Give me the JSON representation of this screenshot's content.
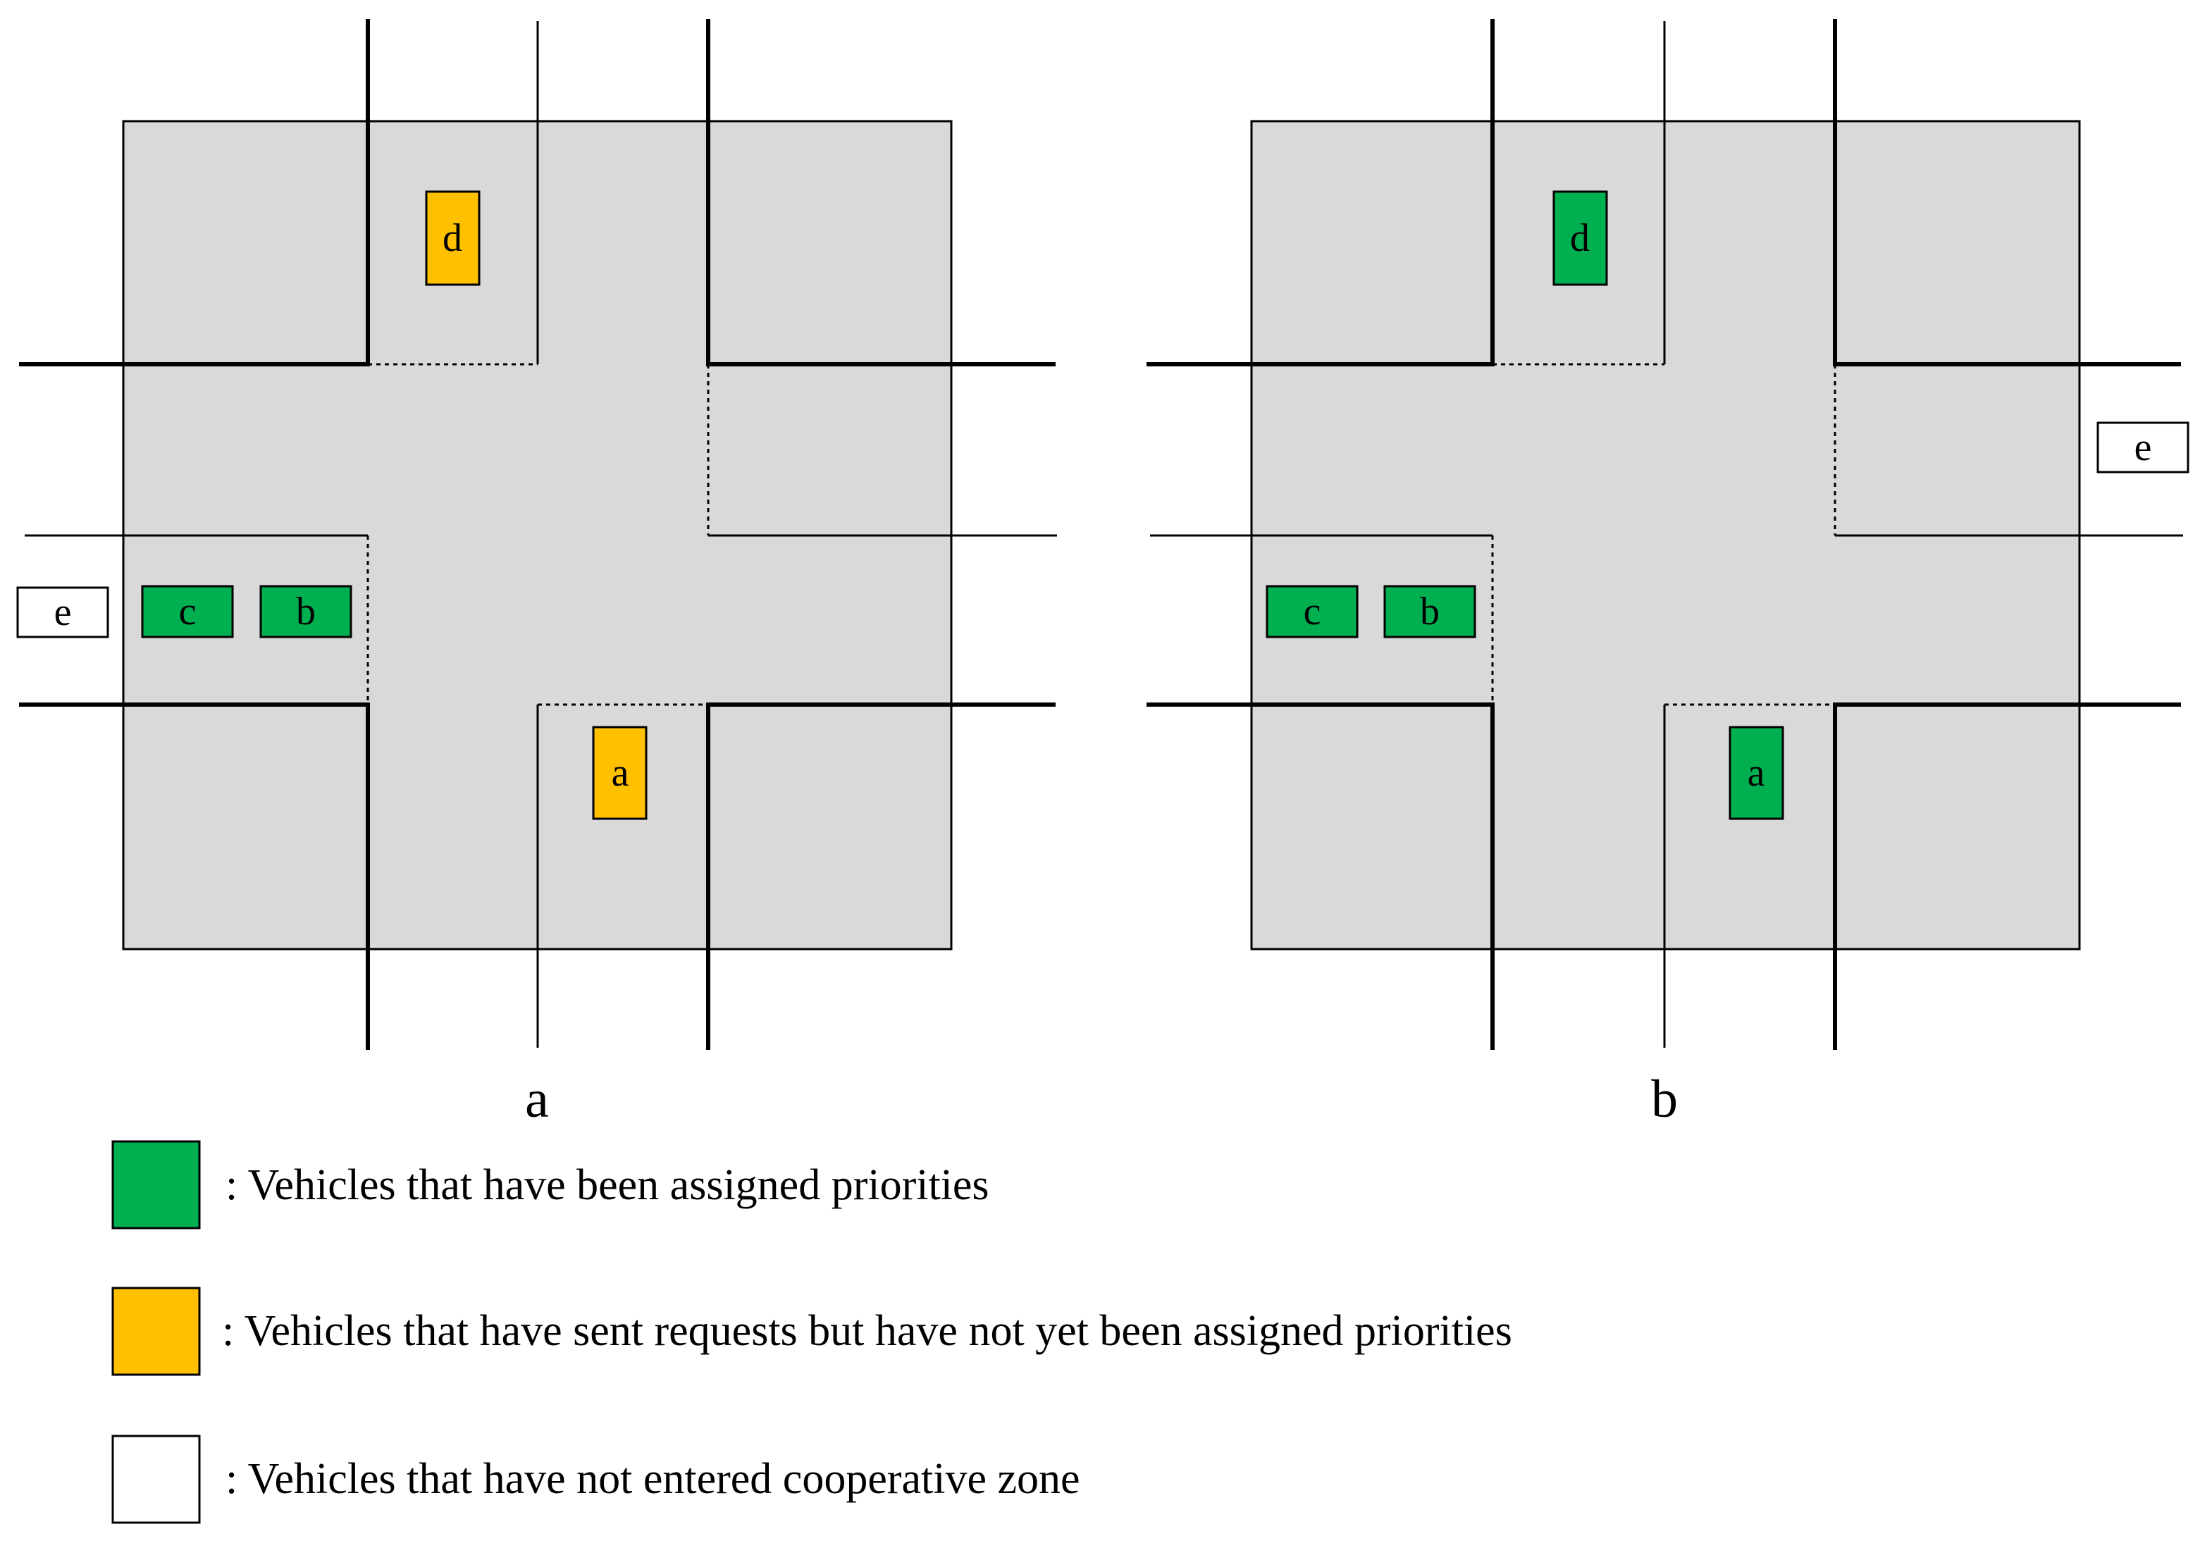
{
  "colors": {
    "zone_fill": "#d9d9d9",
    "assigned": "#00b050",
    "requested": "#ffc000",
    "not_entered": "#ffffff",
    "line": "#000000"
  },
  "panels": [
    {
      "caption": "a",
      "vehicles": [
        {
          "label": "d",
          "status": "requested"
        },
        {
          "label": "c",
          "status": "assigned"
        },
        {
          "label": "b",
          "status": "assigned"
        },
        {
          "label": "e",
          "status": "not_entered"
        },
        {
          "label": "a",
          "status": "requested"
        }
      ]
    },
    {
      "caption": "b",
      "vehicles": [
        {
          "label": "d",
          "status": "assigned"
        },
        {
          "label": "c",
          "status": "assigned"
        },
        {
          "label": "b",
          "status": "assigned"
        },
        {
          "label": "e",
          "status": "not_entered"
        },
        {
          "label": "a",
          "status": "assigned"
        }
      ]
    }
  ],
  "legend": [
    {
      "status": "assigned",
      "text": ": Vehicles that have been assigned priorities"
    },
    {
      "status": "requested",
      "text": ": Vehicles that have sent requests but have not yet been assigned priorities"
    },
    {
      "status": "not_entered",
      "text": ": Vehicles that have not entered cooperative zone"
    }
  ]
}
